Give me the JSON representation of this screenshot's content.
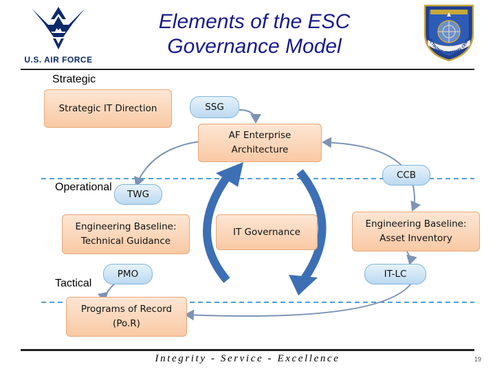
{
  "header": {
    "title_line1": "Elements of the ESC",
    "title_line2": "Governance Model",
    "logo_left": {
      "icon": "us-air-force-logo",
      "text": "U.S. AIR FORCE"
    },
    "logo_right": {
      "icon": "esc-seal-emblem",
      "text": "ELECTRONIC SYSTEMS CENTER"
    }
  },
  "levels": {
    "strategic": "Strategic",
    "operational": "Operational",
    "tactical": "Tactical"
  },
  "boxes": {
    "strategic_it_direction": "Strategic IT Direction",
    "af_enterprise_architecture": [
      "AF Enterprise",
      "Architecture"
    ],
    "eng_baseline_technical": [
      "Engineering Baseline:",
      "Technical Guidance"
    ],
    "it_governance": "IT Governance",
    "eng_baseline_asset": [
      "Engineering Baseline:",
      "Asset Inventory"
    ],
    "programs_of_record": [
      "Programs of Record",
      "(Po.R)"
    ]
  },
  "pills": {
    "ssg": "SSG",
    "ccb": "CCB",
    "twg": "TWG",
    "pmo": "PMO",
    "it_lc": "IT-LC"
  },
  "colors": {
    "title": "#1a1a8c",
    "box_fill": "#f9c9a4",
    "box_border": "#e8a878",
    "pill_fill": "#bcd9f0",
    "dashed_line": "#4a9fd4",
    "cycle_arrow": "#3d6fb5"
  },
  "footer": {
    "motto": "Integrity - Service - Excellence",
    "page_number": "19"
  }
}
